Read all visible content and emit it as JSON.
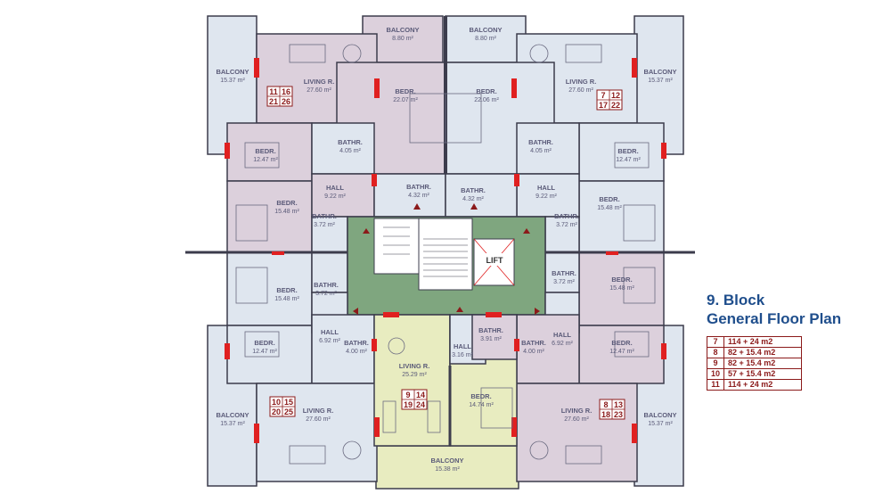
{
  "title": {
    "line1": "9. Block",
    "line2": "General Floor Plan"
  },
  "legend": [
    {
      "unit": "7",
      "area": "114 + 24 m2"
    },
    {
      "unit": "8",
      "area": "82 + 15.4 m2"
    },
    {
      "unit": "9",
      "area": "82 + 15.4 m2"
    },
    {
      "unit": "10",
      "area": "57 + 15.4 m2"
    },
    {
      "unit": "11",
      "area": "114 + 24 m2"
    }
  ],
  "lift": "LIFT",
  "rooms": {
    "bal_top_l": {
      "name": "BALCONY",
      "area": "8.80 m²"
    },
    "bal_top_r": {
      "name": "BALCONY",
      "area": "8.80 m²"
    },
    "bal_tl": {
      "name": "BALCONY",
      "area": "15.37 m²"
    },
    "bal_tr": {
      "name": "BALCONY",
      "area": "15.37 m²"
    },
    "bal_bl": {
      "name": "BALCONY",
      "area": "15.37 m²"
    },
    "bal_br": {
      "name": "BALCONY",
      "area": "15.37 m²"
    },
    "bal_bc": {
      "name": "BALCONY",
      "area": "15.38 m²"
    },
    "liv_tl": {
      "name": "LIVING R.",
      "area": "27.60 m²"
    },
    "liv_tr": {
      "name": "LIVING R.",
      "area": "27.60 m²"
    },
    "liv_bl": {
      "name": "LIVING R.",
      "area": "27.60 m²"
    },
    "liv_br": {
      "name": "LIVING R.",
      "area": "27.60 m²"
    },
    "liv_bc": {
      "name": "LIVING R.",
      "area": "25.29 m²"
    },
    "bed_tcl": {
      "name": "BEDR.",
      "area": "22.07 m²"
    },
    "bed_tcr": {
      "name": "BEDR.",
      "area": "22.06 m²"
    },
    "bed_l1": {
      "name": "BEDR.",
      "area": "12.47 m²"
    },
    "bed_r1": {
      "name": "BEDR.",
      "area": "12.47 m²"
    },
    "bed_l2": {
      "name": "BEDR.",
      "area": "15.48 m²"
    },
    "bed_r2": {
      "name": "BEDR.",
      "area": "15.48 m²"
    },
    "bed_l3": {
      "name": "BEDR.",
      "area": "15.48 m²"
    },
    "bed_r3": {
      "name": "BEDR.",
      "area": "15.48 m²"
    },
    "bed_l4": {
      "name": "BEDR.",
      "area": "12.47 m²"
    },
    "bed_r4": {
      "name": "BEDR.",
      "area": "12.47 m²"
    },
    "bed_bc": {
      "name": "BEDR.",
      "area": "14.74 m²"
    },
    "bath_tl": {
      "name": "BATHR.",
      "area": "4.05 m²"
    },
    "bath_tr": {
      "name": "BATHR.",
      "area": "4.05 m²"
    },
    "bath_tcl": {
      "name": "BATHR.",
      "area": "4.32 m²"
    },
    "bath_tcr": {
      "name": "BATHR.",
      "area": "4.32 m²"
    },
    "bath_ml1": {
      "name": "BATHR.",
      "area": "3.72 m²"
    },
    "bath_ml2": {
      "name": "BATHR.",
      "area": "3.72 m²"
    },
    "bath_mr1": {
      "name": "BATHR.",
      "area": "3.72 m²"
    },
    "bath_mr2": {
      "name": "BATHR.",
      "area": "3.72 m²"
    },
    "bath_bl": {
      "name": "BATHR.",
      "area": "4.00 m²"
    },
    "bath_br": {
      "name": "BATHR.",
      "area": "4.00 m²"
    },
    "bath_bc": {
      "name": "BATHR.",
      "area": "3.91 m²"
    },
    "hall_tl": {
      "name": "HALL",
      "area": "9.22 m²"
    },
    "hall_tr": {
      "name": "HALL",
      "area": "9.22 m²"
    },
    "hall_bl": {
      "name": "HALL",
      "area": "6.92 m²"
    },
    "hall_br": {
      "name": "HALL",
      "area": "6.92 m²"
    },
    "hall_bc": {
      "name": "HALL",
      "area": "3.16 m²"
    }
  },
  "unit_boxes": {
    "tl": [
      "11",
      "16",
      "21",
      "26"
    ],
    "tr": [
      "7",
      "12",
      "17",
      "22"
    ],
    "bl": [
      "10",
      "15",
      "20",
      "25"
    ],
    "br": [
      "8",
      "13",
      "18",
      "23"
    ],
    "bc": [
      "9",
      "14",
      "19",
      "24"
    ]
  },
  "colors": {
    "pink": "#dcd0dc",
    "blue": "#dfe6ef",
    "yellow": "#e8ecc0",
    "green": "#7fa67f",
    "wall": "#3c3c4c",
    "red": "#e02020",
    "legend": "#8b1a1a",
    "title": "#1f4e8c"
  }
}
